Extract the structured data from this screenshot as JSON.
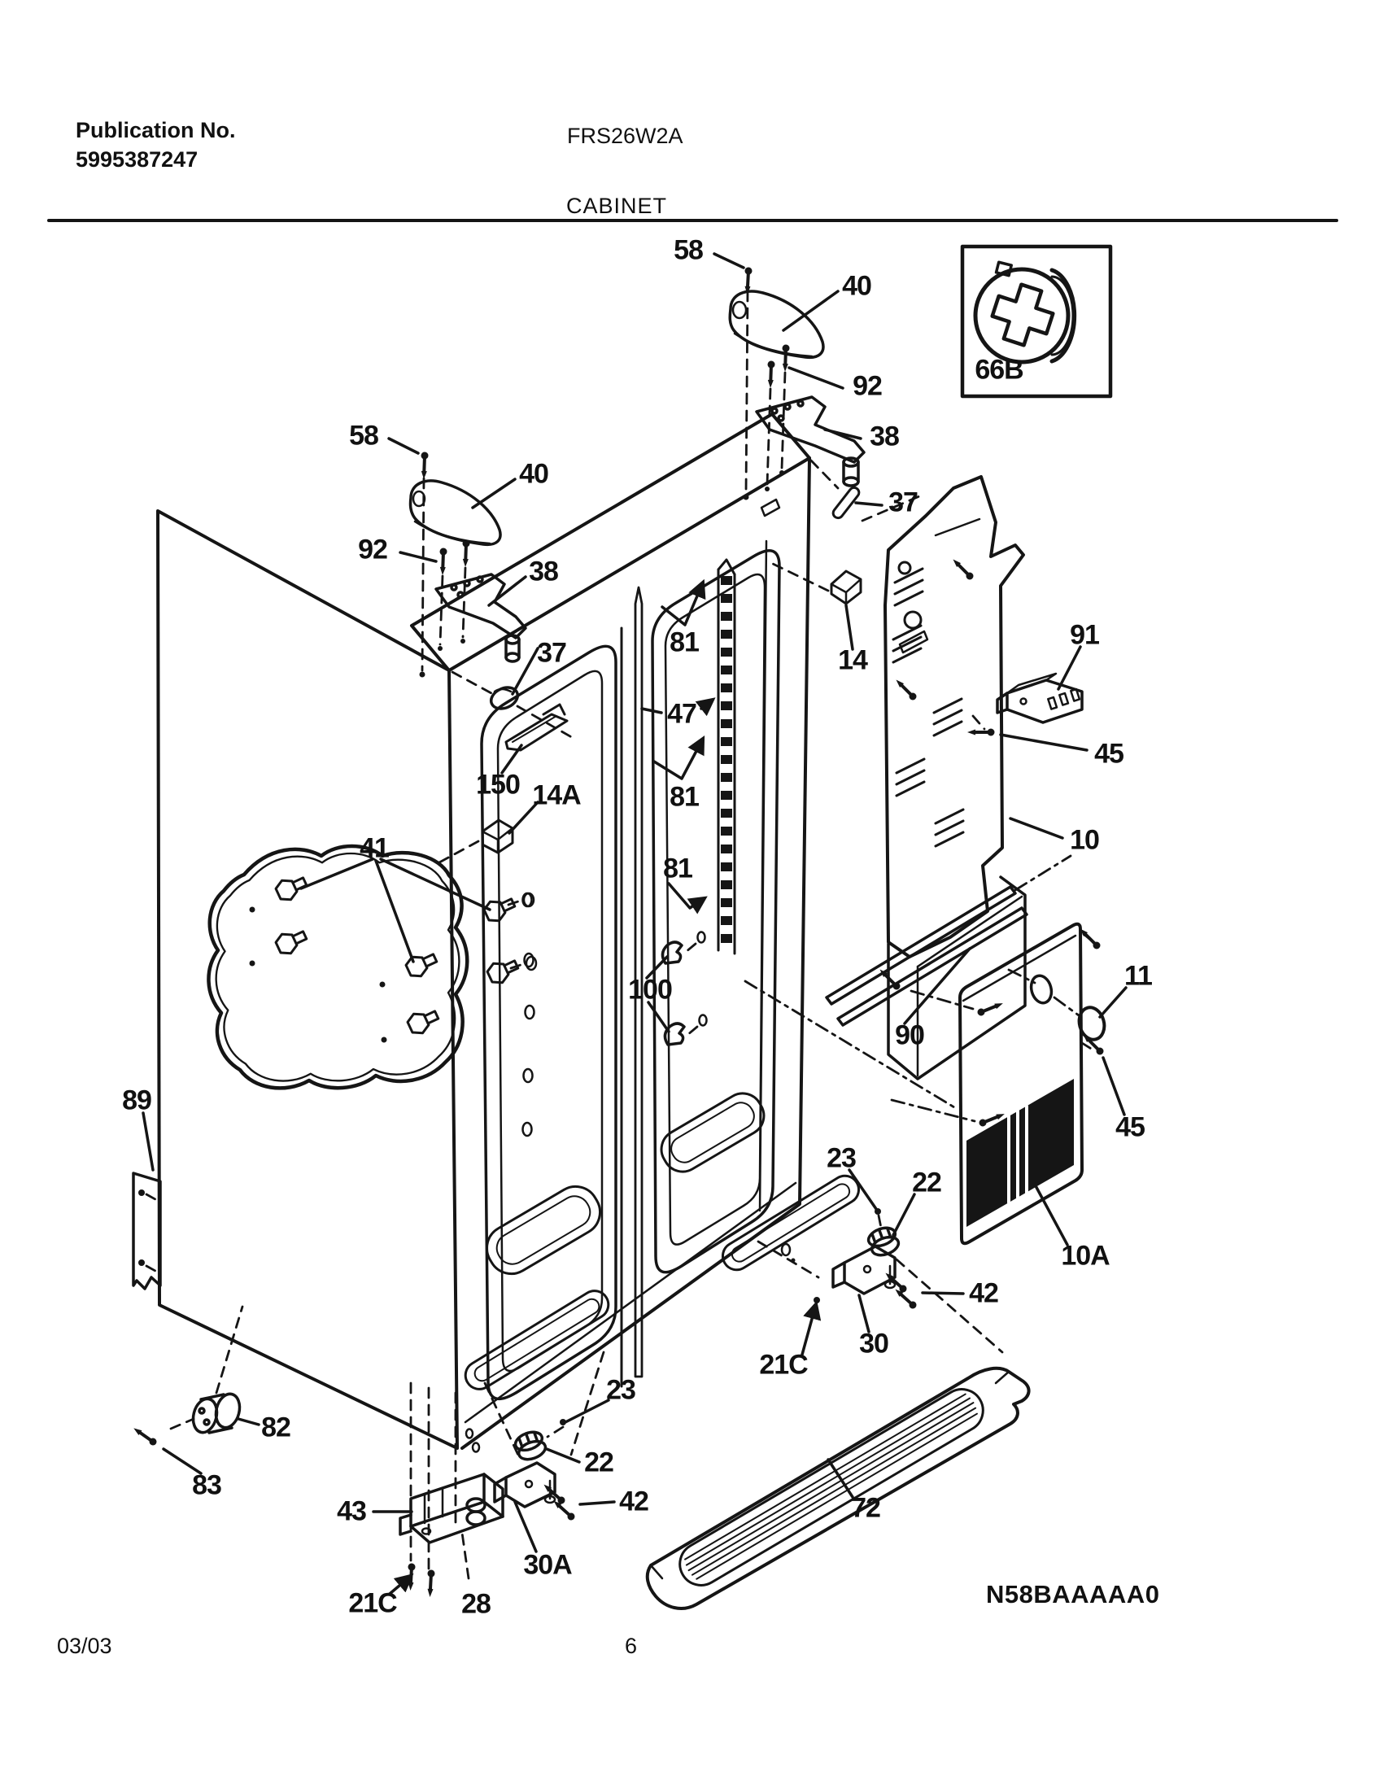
{
  "document": {
    "publication_label": "Publication No.",
    "publication_number": "5995387247",
    "model": "FRS26W2A",
    "section_title": "CABINET",
    "date": "03/03",
    "page_number": "6",
    "diagram_code": "N58BAAAAA0"
  },
  "diagram": {
    "type": "exploded-parts-diagram",
    "subject": "side-by-side refrigerator cabinet",
    "inset_part": "66B",
    "colors": {
      "ink": "#151515",
      "paper": "#ffffff"
    },
    "callout_numbers": [
      "58",
      "40",
      "92",
      "38",
      "37",
      "66B",
      "81",
      "47",
      "14",
      "91",
      "45",
      "10",
      "150",
      "14A",
      "41",
      "100",
      "90",
      "11",
      "10A",
      "89",
      "23",
      "22",
      "42",
      "30",
      "21C",
      "82",
      "83",
      "43",
      "30A",
      "28",
      "72"
    ]
  },
  "labels": [
    {
      "text": "58"
    },
    {
      "text": "40"
    },
    {
      "text": "92"
    },
    {
      "text": "38"
    },
    {
      "text": "37"
    },
    {
      "text": "66B"
    },
    {
      "text": "58"
    },
    {
      "text": "40"
    },
    {
      "text": "92"
    },
    {
      "text": "38"
    },
    {
      "text": "37"
    },
    {
      "text": "81"
    },
    {
      "text": "47"
    },
    {
      "text": "81"
    },
    {
      "text": "81"
    },
    {
      "text": "14"
    },
    {
      "text": "91"
    },
    {
      "text": "45"
    },
    {
      "text": "10"
    },
    {
      "text": "150"
    },
    {
      "text": "14A"
    },
    {
      "text": "41"
    },
    {
      "text": "100"
    },
    {
      "text": "90"
    },
    {
      "text": "11"
    },
    {
      "text": "45"
    },
    {
      "text": "10A"
    },
    {
      "text": "89"
    },
    {
      "text": "23"
    },
    {
      "text": "22"
    },
    {
      "text": "42"
    },
    {
      "text": "30"
    },
    {
      "text": "21C"
    },
    {
      "text": "82"
    },
    {
      "text": "83"
    },
    {
      "text": "23"
    },
    {
      "text": "22"
    },
    {
      "text": "42"
    },
    {
      "text": "43"
    },
    {
      "text": "30A"
    },
    {
      "text": "21C"
    },
    {
      "text": "28"
    },
    {
      "text": "72"
    }
  ]
}
